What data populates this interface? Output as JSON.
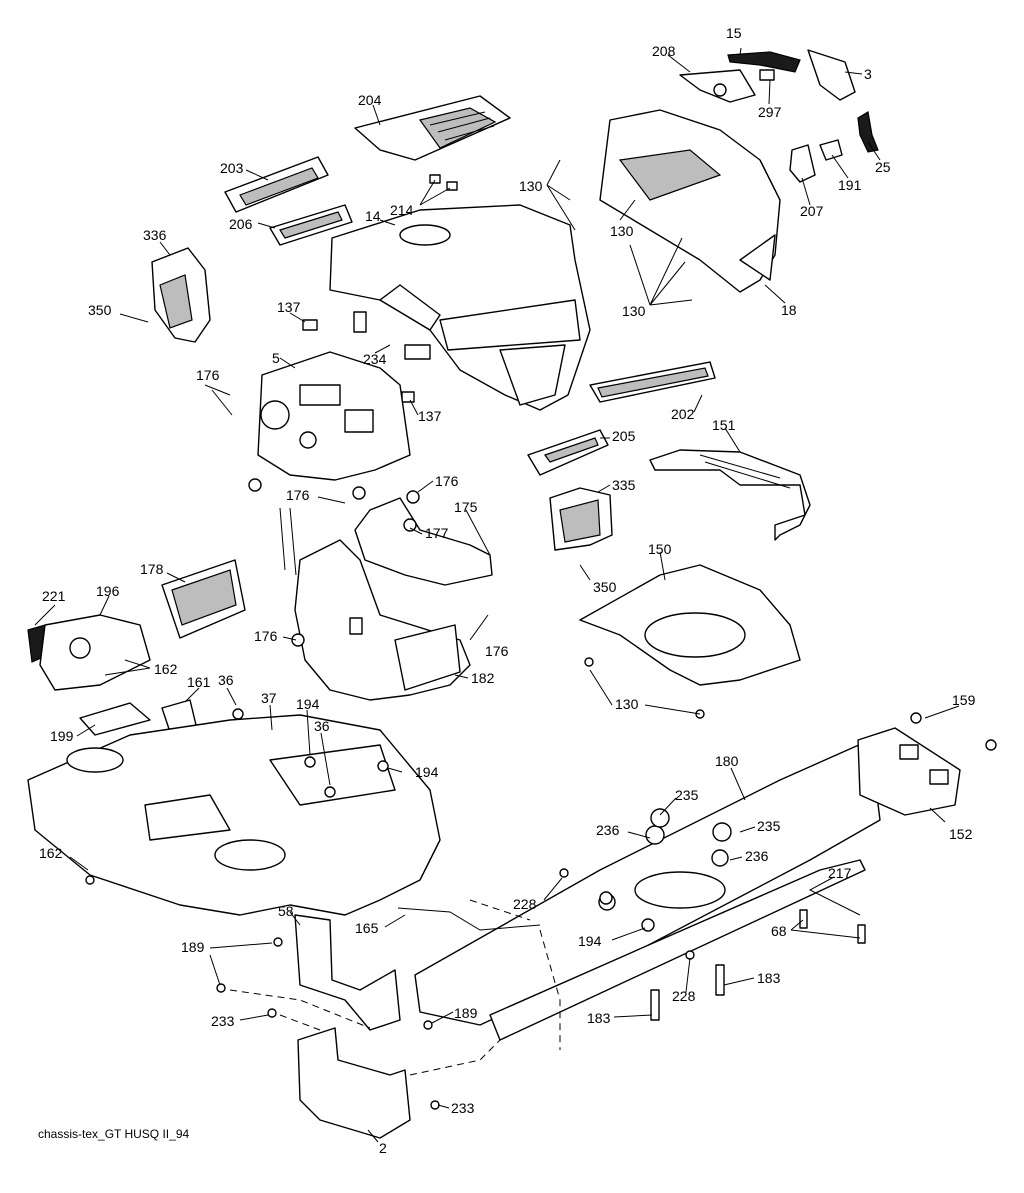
{
  "diagram": {
    "footer_label": "chassis-tex_GT HUSQ II_94",
    "callouts": [
      {
        "id": "c15",
        "label": "15"
      },
      {
        "id": "c208",
        "label": "208"
      },
      {
        "id": "c3",
        "label": "3"
      },
      {
        "id": "c297",
        "label": "297"
      },
      {
        "id": "c204",
        "label": "204"
      },
      {
        "id": "c25",
        "label": "25"
      },
      {
        "id": "c130a",
        "label": "130"
      },
      {
        "id": "c191",
        "label": "191"
      },
      {
        "id": "c207",
        "label": "207"
      },
      {
        "id": "c203",
        "label": "203"
      },
      {
        "id": "c214",
        "label": "214"
      },
      {
        "id": "c14",
        "label": "14"
      },
      {
        "id": "c130b",
        "label": "130"
      },
      {
        "id": "c336",
        "label": "336"
      },
      {
        "id": "c206",
        "label": "206"
      },
      {
        "id": "c130c",
        "label": "130"
      },
      {
        "id": "c18",
        "label": "18"
      },
      {
        "id": "c350a",
        "label": "350"
      },
      {
        "id": "c137a",
        "label": "137"
      },
      {
        "id": "c234",
        "label": "234"
      },
      {
        "id": "c5",
        "label": "5"
      },
      {
        "id": "c176a",
        "label": "176"
      },
      {
        "id": "c137b",
        "label": "137"
      },
      {
        "id": "c202",
        "label": "202"
      },
      {
        "id": "c151",
        "label": "151"
      },
      {
        "id": "c205",
        "label": "205"
      },
      {
        "id": "c176b",
        "label": "176"
      },
      {
        "id": "c176c",
        "label": "176"
      },
      {
        "id": "c335",
        "label": "335"
      },
      {
        "id": "c175",
        "label": "175"
      },
      {
        "id": "c177",
        "label": "177"
      },
      {
        "id": "c150",
        "label": "150"
      },
      {
        "id": "c350b",
        "label": "350"
      },
      {
        "id": "c178",
        "label": "178"
      },
      {
        "id": "c221",
        "label": "221"
      },
      {
        "id": "c196",
        "label": "196"
      },
      {
        "id": "c176d",
        "label": "176"
      },
      {
        "id": "c176e",
        "label": "176"
      },
      {
        "id": "c162a",
        "label": "162"
      },
      {
        "id": "c182",
        "label": "182"
      },
      {
        "id": "c161",
        "label": "161"
      },
      {
        "id": "c36a",
        "label": "36"
      },
      {
        "id": "c130d",
        "label": "130"
      },
      {
        "id": "c37",
        "label": "37"
      },
      {
        "id": "c194a",
        "label": "194"
      },
      {
        "id": "c36b",
        "label": "36"
      },
      {
        "id": "c159",
        "label": "159"
      },
      {
        "id": "c199",
        "label": "199"
      },
      {
        "id": "c194b",
        "label": "194"
      },
      {
        "id": "c180",
        "label": "180"
      },
      {
        "id": "c235a",
        "label": "235"
      },
      {
        "id": "c236a",
        "label": "236"
      },
      {
        "id": "c235b",
        "label": "235"
      },
      {
        "id": "c152",
        "label": "152"
      },
      {
        "id": "c162b",
        "label": "162"
      },
      {
        "id": "c236b",
        "label": "236"
      },
      {
        "id": "c217",
        "label": "217"
      },
      {
        "id": "c228a",
        "label": "228"
      },
      {
        "id": "c58",
        "label": "58"
      },
      {
        "id": "c165",
        "label": "165"
      },
      {
        "id": "c194c",
        "label": "194"
      },
      {
        "id": "c68",
        "label": "68"
      },
      {
        "id": "c189a",
        "label": "189"
      },
      {
        "id": "c183a",
        "label": "183"
      },
      {
        "id": "c228b",
        "label": "228"
      },
      {
        "id": "c233a",
        "label": "233"
      },
      {
        "id": "c189b",
        "label": "189"
      },
      {
        "id": "c183b",
        "label": "183"
      },
      {
        "id": "c233b",
        "label": "233"
      },
      {
        "id": "c2",
        "label": "2"
      }
    ]
  }
}
